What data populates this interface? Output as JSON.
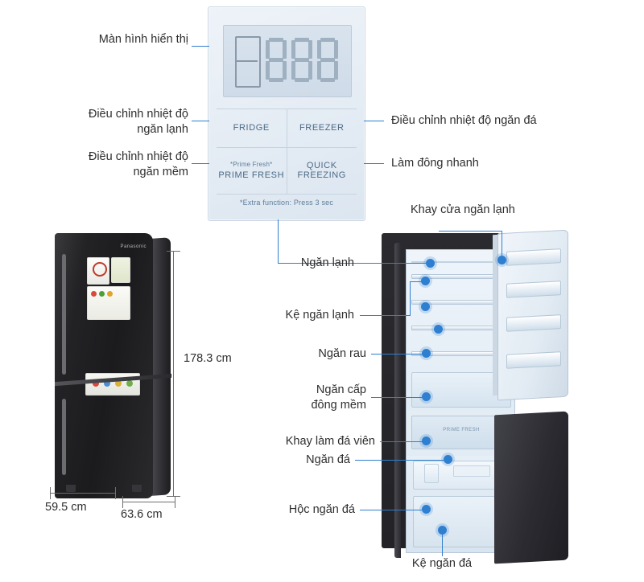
{
  "panel": {
    "display_segment_values": [
      "8",
      "8",
      "8"
    ],
    "buttons_row1": [
      {
        "label": "FRIDGE"
      },
      {
        "label": "FREEZER"
      }
    ],
    "buttons_row2": [
      {
        "sub": "*Prime Fresh*",
        "label": "PRIME FRESH"
      },
      {
        "sub": "",
        "label": "QUICK\nFREEZING"
      }
    ],
    "footer_note": "*Extra function: Press 3 sec"
  },
  "dimensions": {
    "height": "178.3 cm",
    "width": "59.5 cm",
    "depth": "63.6 cm"
  },
  "callouts": {
    "display": "Màn hình hiển thị",
    "fridge_temp": "Điều chỉnh nhiệt độ\nngăn lạnh",
    "freezer_temp": "Điều chỉnh nhiệt độ ngăn đá",
    "soft_temp": "Điều chỉnh nhiệt độ\nngăn mềm",
    "quick_freeze": "Làm đông nhanh",
    "door_shelf_fresh": "Khay cửa ngăn lạnh",
    "fresh_compartment": "Ngăn lạnh",
    "fresh_shelf": "Kệ ngăn lạnh",
    "veg_compartment": "Ngăn rau",
    "soft_freeze_compartment": "Ngăn cấp\nđông mềm",
    "ice_tray": "Khay làm đá viên",
    "freezer_compartment": "Ngăn đá",
    "freezer_drawer": "Hộc ngăn đá",
    "freezer_shelf": "Kệ ngăn đá"
  },
  "brand": {
    "logo_text": "Panasonic"
  },
  "colors": {
    "accent": "#2f7fd0",
    "text": "#2e2e2e",
    "panel_text": "#4a6a86"
  }
}
